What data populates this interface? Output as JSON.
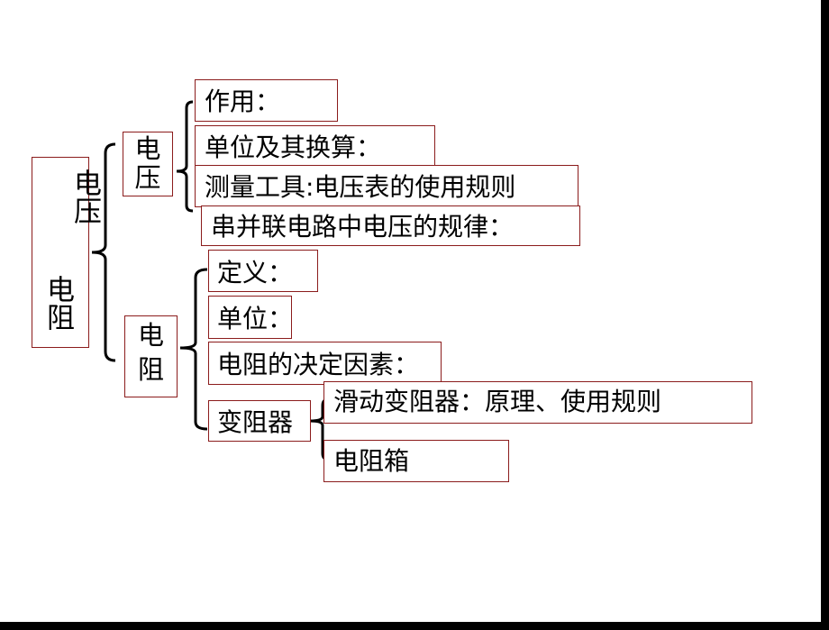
{
  "root": {
    "line1": "电压",
    "line2": "电阻"
  },
  "voltage": {
    "label_1": "电",
    "label_2": "压",
    "items": [
      "作用：",
      "单位及其换算：",
      "测量工具:电压表的使用规则",
      "串并联电路中电压的规律："
    ]
  },
  "resistance": {
    "label_1": "电",
    "label_2": "阻",
    "items": [
      "定义：",
      "单位：",
      "电阻的决定因素："
    ],
    "rheostat": {
      "label": "变阻器",
      "children": [
        "滑动变阻器：原理、使用规则",
        "电阻箱"
      ]
    }
  },
  "colors": {
    "box_border": "#8b1c1c",
    "bracket": "#000000"
  }
}
